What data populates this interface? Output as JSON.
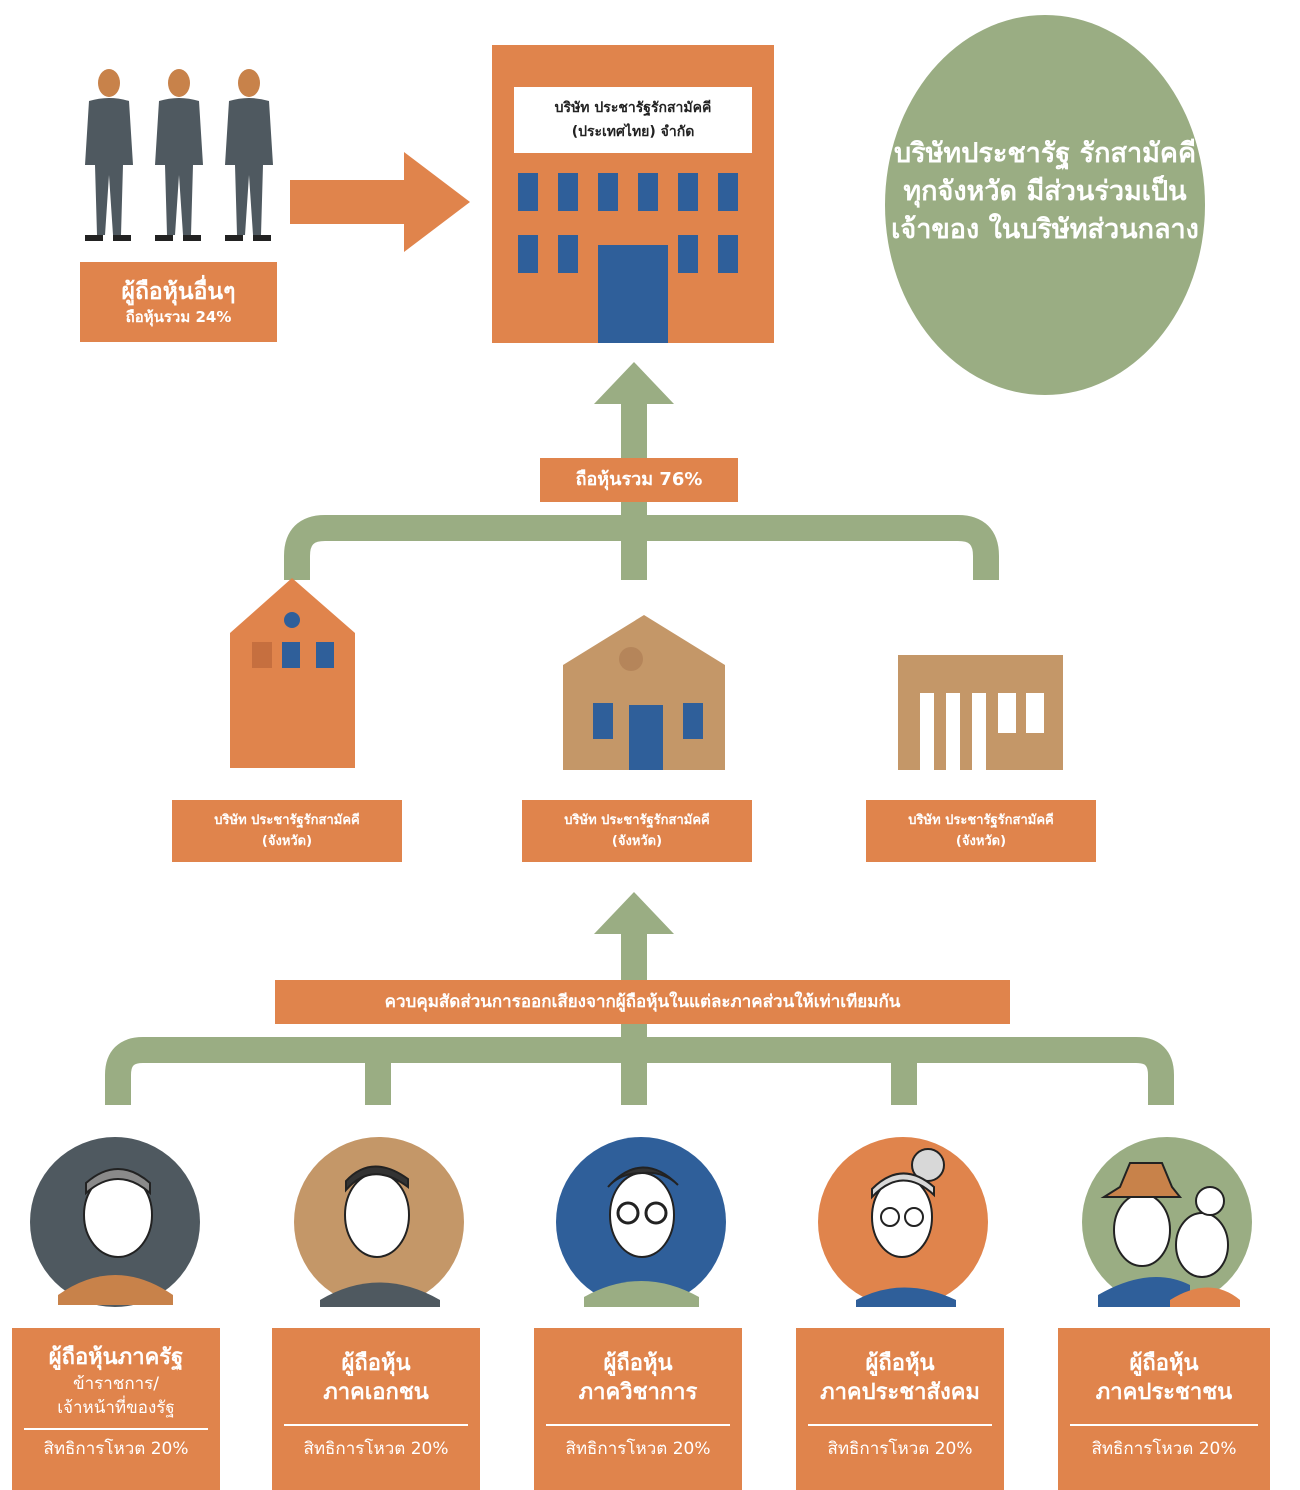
{
  "colors": {
    "orange": "#e0844c",
    "green": "#9aad83",
    "blue": "#2f5f9a",
    "tan": "#c49768",
    "gray": "#4f5960",
    "white": "#ffffff"
  },
  "other_shareholders": {
    "title": "ผู้ถือหุ้นอื่นๆ",
    "subtitle": "ถือหุ้นรวม 24%"
  },
  "central_company": {
    "name_line1": "บริษัท ประชารัฐรักสามัคคี",
    "name_line2": "(ประเทศไทย) จำกัด"
  },
  "info_circle": {
    "line1": "บริษัทประชารัฐ",
    "line2": "รักสามัคคีทุกจังหวัด",
    "line3": "มีส่วนร่วมเป็นเจ้าของ",
    "line4": "ในบริษัทส่วนกลาง"
  },
  "total_share_label": "ถือหุ้นรวม 76%",
  "provincial_companies": [
    {
      "line1": "บริษัท ประชารัฐรักสามัคคี",
      "line2": "(จังหวัด)"
    },
    {
      "line1": "บริษัท ประชารัฐรักสามัคคี",
      "line2": "(จังหวัด)"
    },
    {
      "line1": "บริษัท ประชารัฐรักสามัคคี",
      "line2": "(จังหวัด)"
    }
  ],
  "voting_control_label": "ควบคุมสัดส่วนการออกเสียงจากผู้ถือหุ้นในแต่ละภาคส่วนให้เท่าเทียมกัน",
  "sectors": [
    {
      "title": "ผู้ถือหุ้นภาครัฐ",
      "subtitle": "ข้าราชการ/",
      "subtitle2": "เจ้าหน้าที่ของรัฐ",
      "vote": "สิทธิการโหวต 20%"
    },
    {
      "title": "ผู้ถือหุ้น",
      "subtitle": "ภาคเอกชน",
      "subtitle2": "",
      "vote": "สิทธิการโหวต 20%"
    },
    {
      "title": "ผู้ถือหุ้น",
      "subtitle": "ภาควิชาการ",
      "subtitle2": "",
      "vote": "สิทธิการโหวต 20%"
    },
    {
      "title": "ผู้ถือหุ้น",
      "subtitle": "ภาคประชาสังคม",
      "subtitle2": "",
      "vote": "สิทธิการโหวต 20%"
    },
    {
      "title": "ผู้ถือหุ้น",
      "subtitle": "ภาคประชาชน",
      "subtitle2": "",
      "vote": "สิทธิการโหวต 20%"
    }
  ]
}
